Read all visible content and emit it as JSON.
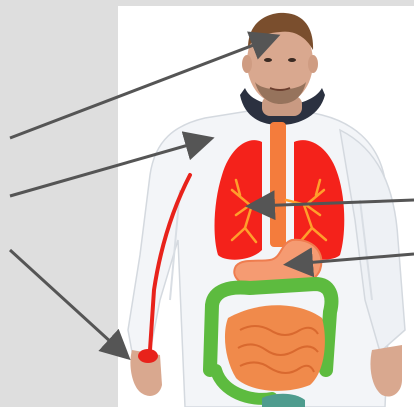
{
  "image": {
    "subject": "person-in-protective-suit-with-organ-overlay",
    "colors": {
      "panel": "#dedede",
      "arrow": "#555555",
      "lungs": "#f4221b",
      "bronchi": "#ff9e2c",
      "trachea": "#f47c3c",
      "stomach": "#f59b72",
      "colon": "#5dbb3f",
      "small_intestine": "#f08a4b",
      "circulation_line": "#e8221b",
      "suit": "#f4f6f8"
    },
    "arrows": [
      {
        "target": "head"
      },
      {
        "target": "suit-shoulder"
      },
      {
        "target": "hand"
      },
      {
        "target": "lungs"
      },
      {
        "target": "stomach"
      }
    ]
  }
}
